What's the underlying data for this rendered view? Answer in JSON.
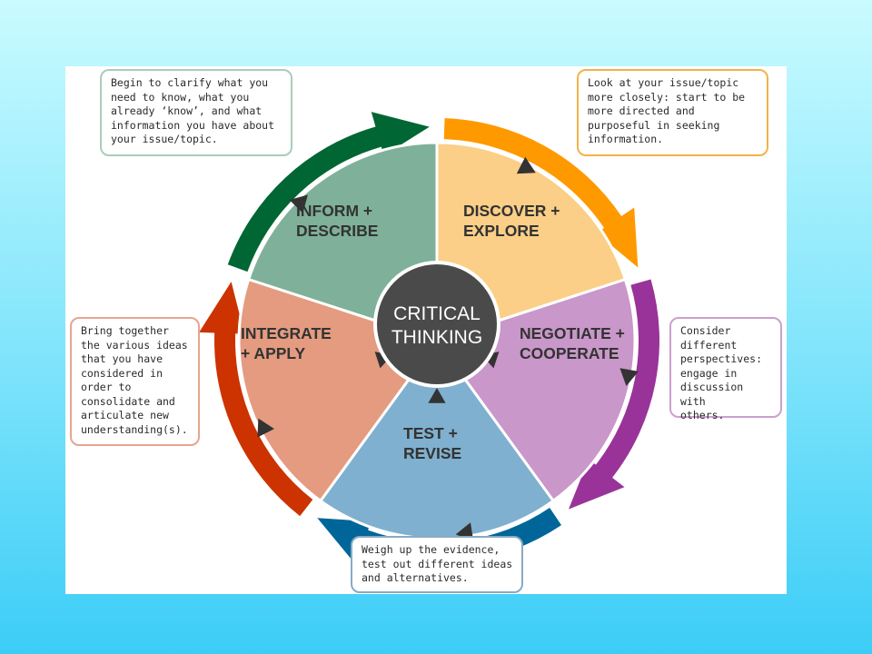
{
  "diagram": {
    "center": {
      "line1": "CRITICAL",
      "line2": "THINKING"
    },
    "segments": [
      {
        "id": "inform",
        "line1": "INFORM +",
        "line2": "DESCRIBE",
        "fill": "#7fb19a"
      },
      {
        "id": "discover",
        "line1": "DISCOVER +",
        "line2": "EXPLORE",
        "fill": "#fbcf87"
      },
      {
        "id": "negotiate",
        "line1": "NEGOTIATE +",
        "line2": "COOPERATE",
        "fill": "#c997c9"
      },
      {
        "id": "test",
        "line1": "TEST +",
        "line2": "REVISE",
        "fill": "#7fb0cf"
      },
      {
        "id": "integrate",
        "line1": "INTEGRATE",
        "line2": "+ APPLY",
        "fill": "#e49b80"
      }
    ],
    "arrow_colors": {
      "inform": "#006633",
      "discover": "#ff9900",
      "negotiate": "#993399",
      "test": "#006699",
      "integrate": "#cc3300"
    },
    "center_color": "#4a4a4a"
  },
  "callouts": {
    "inform": "Begin to clarify what you\nneed to know, what you\nalready ‘know’, and what\ninformation you have about\nyour issue/topic.",
    "discover": "Look at your issue/topic\nmore closely: start to be\nmore directed and\npurposeful in seeking\ninformation.",
    "negotiate": "Consider\ndifferent\nperspectives:\nengage in\ndiscussion with\nothers.",
    "test": "Weigh up the evidence,\ntest out different ideas\nand alternatives.",
    "integrate": "Bring together\nthe various ideas\nthat you have\nconsidered in\norder to\nconsolidate and\narticulate new\nunderstanding(s)."
  }
}
